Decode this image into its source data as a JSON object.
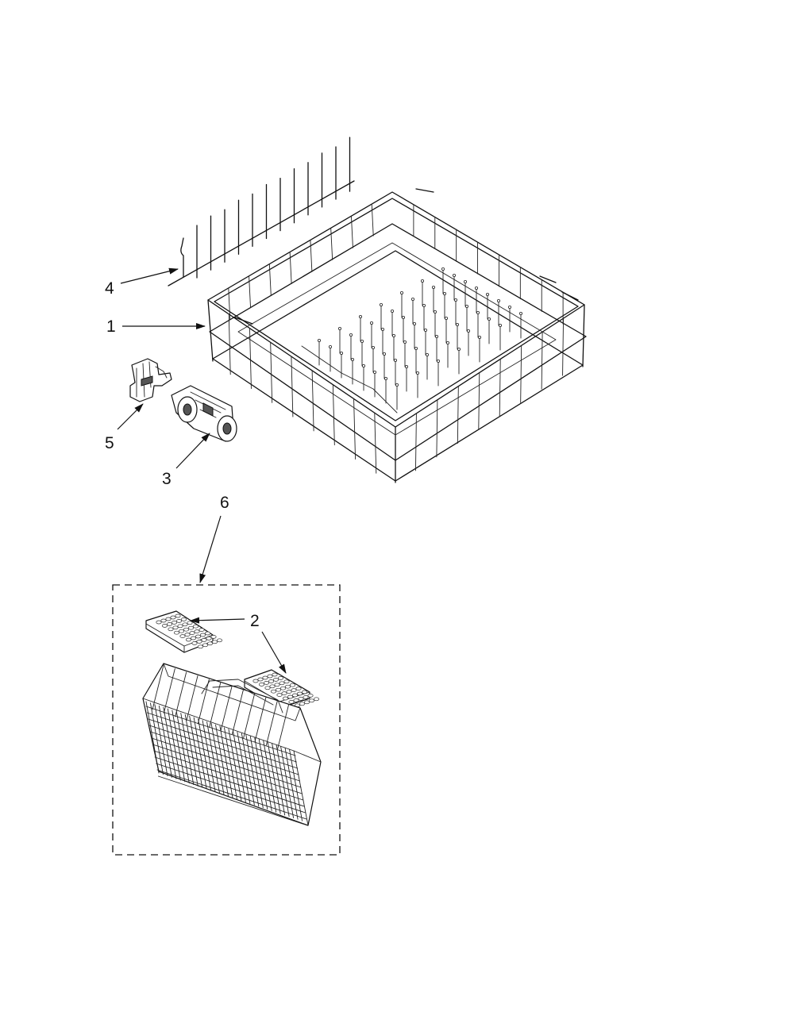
{
  "diagram": {
    "callouts": [
      {
        "id": "1",
        "label": "1"
      },
      {
        "id": "2",
        "label": "2"
      },
      {
        "id": "3",
        "label": "3"
      },
      {
        "id": "4",
        "label": "4"
      },
      {
        "id": "5",
        "label": "5"
      },
      {
        "id": "6",
        "label": "6"
      }
    ],
    "colors": {
      "line": "#111111",
      "background": "#ffffff"
    },
    "parts": [
      {
        "callout": "1",
        "icon": "dish-rack-icon"
      },
      {
        "callout": "2",
        "icon": "basket-lid-icon"
      },
      {
        "callout": "3",
        "icon": "rack-wheel-icon"
      },
      {
        "callout": "4",
        "icon": "tine-row-icon"
      },
      {
        "callout": "5",
        "icon": "rack-stop-clip-icon"
      },
      {
        "callout": "6",
        "icon": "silverware-basket-icon"
      }
    ]
  }
}
